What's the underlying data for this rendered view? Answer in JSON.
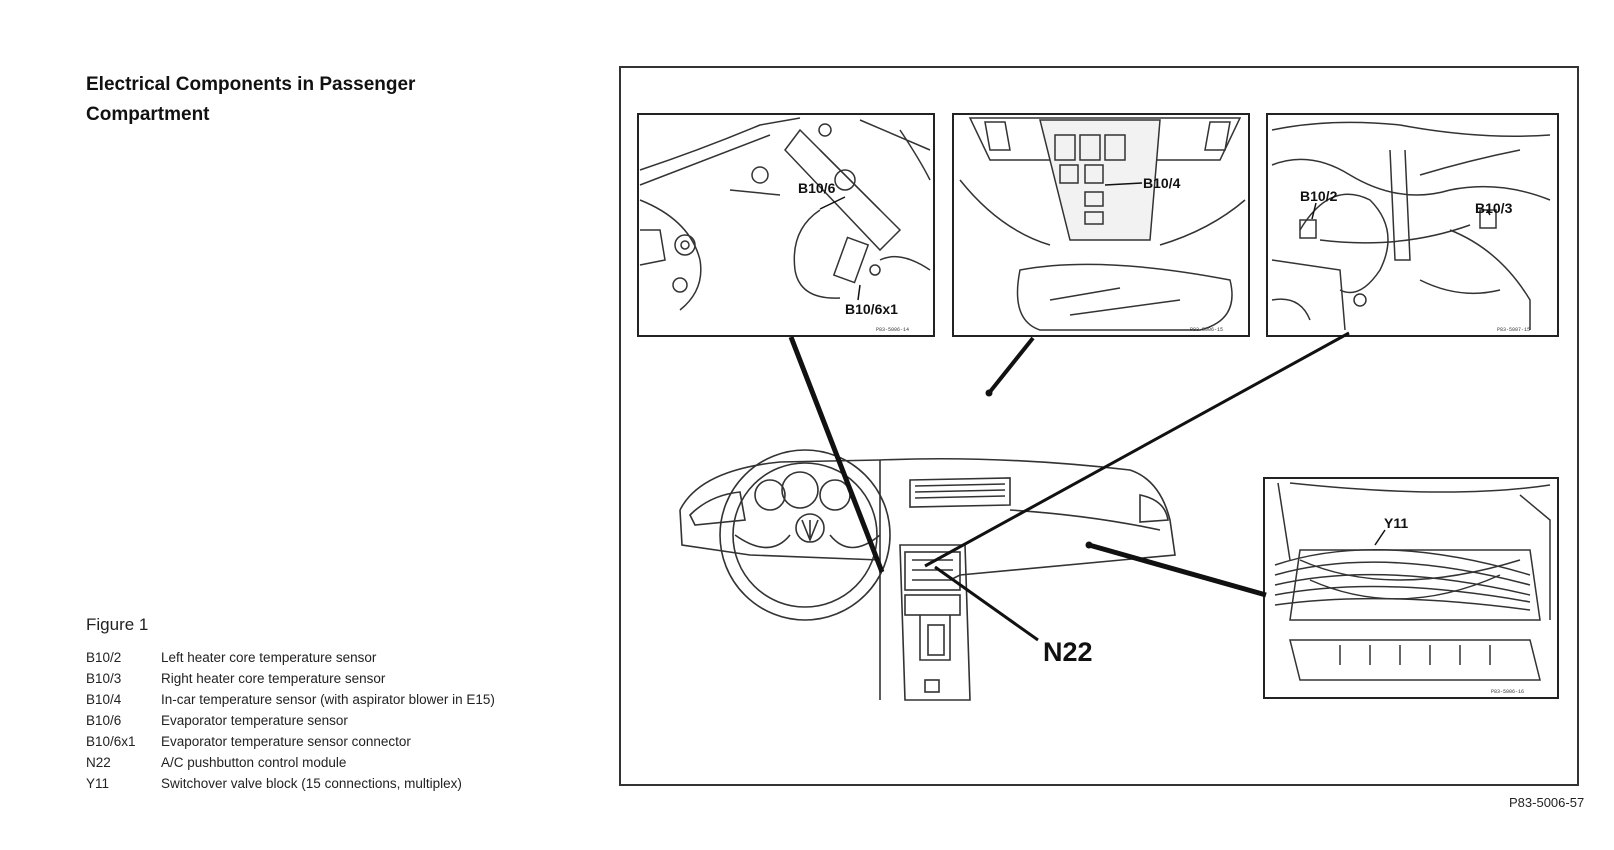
{
  "title_line1": "Electrical Components in Passenger",
  "title_line2": "Compartment",
  "figure_label": "Figure 1",
  "legend": [
    {
      "code": "B10/2",
      "desc": "Left heater core temperature sensor"
    },
    {
      "code": "B10/3",
      "desc": "Right heater core temperature sensor"
    },
    {
      "code": "B10/4",
      "desc": "In-car temperature sensor (with aspirator blower in E15)"
    },
    {
      "code": "B10/6",
      "desc": "Evaporator temperature sensor"
    },
    {
      "code": "B10/6x1",
      "desc": "Evaporator temperature sensor connector"
    },
    {
      "code": "N22",
      "desc": "A/C pushbutton control module"
    },
    {
      "code": "Y11",
      "desc": "Switchover valve block (15 connections, multiplex)"
    }
  ],
  "callouts": {
    "b10_6": "B10/6",
    "b10_6x1": "B10/6x1",
    "b10_4": "B10/4",
    "b10_2": "B10/2",
    "b10_3": "B10/3",
    "y11": "Y11",
    "n22": "N22"
  },
  "inset_codes": {
    "inset1": "P83-5006-14",
    "inset2": "P83-5006-15",
    "inset3": "P83-5007-15",
    "inset4": "P83-5006-16"
  },
  "figure_ref": "P83-5006-57"
}
